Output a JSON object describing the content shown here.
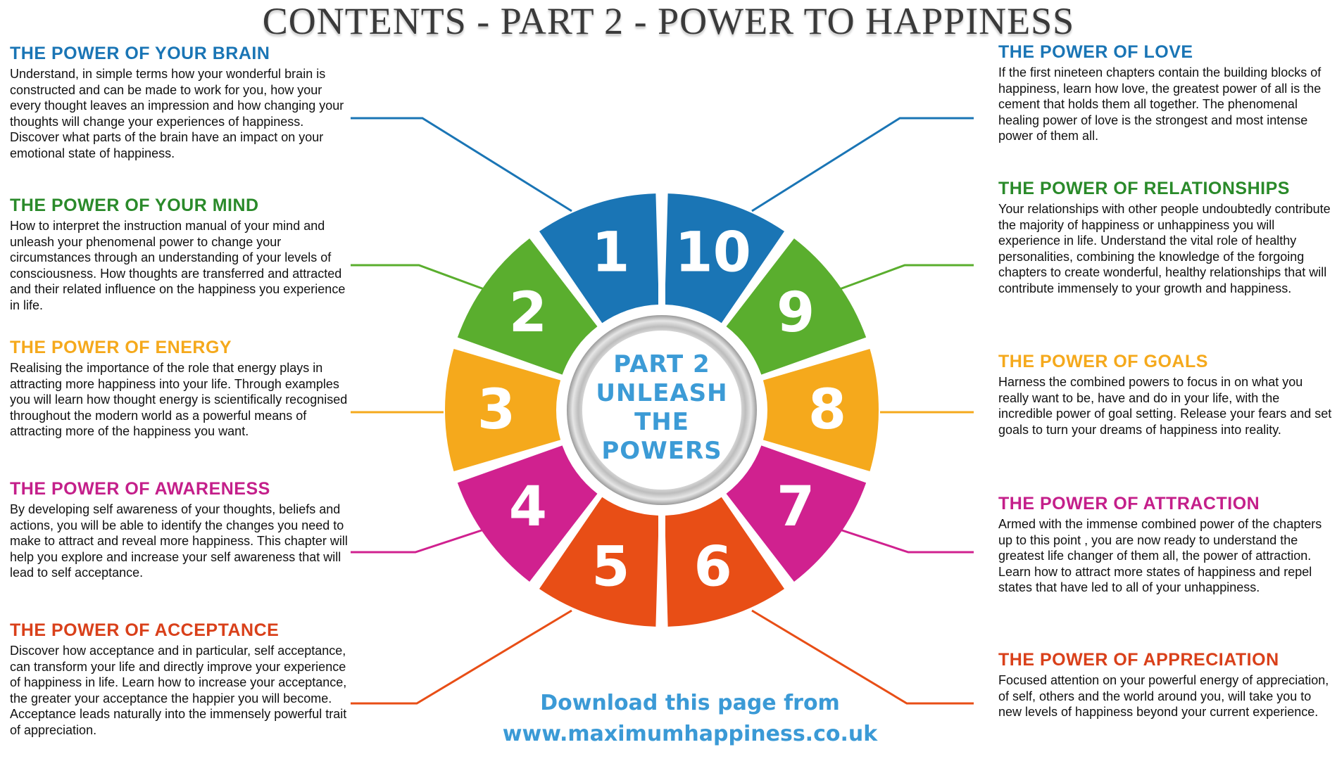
{
  "title": "CONTENTS - PART 2 - POWER TO HAPPINESS",
  "center": {
    "lines": [
      "PART 2",
      "UNLEASH",
      "THE",
      "POWERS"
    ]
  },
  "segment_numbers": [
    "1",
    "2",
    "3",
    "4",
    "5",
    "6",
    "7",
    "8",
    "9",
    "10"
  ],
  "left_sections": [
    {
      "heading": "THE POWER OF YOUR BRAIN",
      "color": "#1a75b5",
      "text": "Understand, in simple terms how your wonderful brain is constructed and can be made to work for you, how your every thought leaves an impression and how changing your thoughts will change your experiences of happiness. Discover what parts of the brain have an impact on your emotional state of happiness."
    },
    {
      "heading": "THE POWER OF YOUR MIND",
      "color": "#2a8a2a",
      "text": "How to interpret the instruction manual of your mind and unleash your phenomenal power to change your circumstances through an understanding of your levels of consciousness. How thoughts are transferred and attracted and their related influence on the happiness you experience in life."
    },
    {
      "heading": "THE POWER OF ENERGY",
      "color": "#f5a91c",
      "text": "Realising the importance of the role that energy plays in attracting more happiness into your life. Through examples you will learn how thought energy is scientifically recognised throughout the modern world as a powerful means of attracting more of the happiness you want."
    },
    {
      "heading": "THE POWER OF AWARENESS",
      "color": "#c41f8a",
      "text": "By developing self awareness of your thoughts, beliefs and actions, you will be able to identify the changes you need to make to attract and reveal more happiness. This chapter will help you explore and increase your self awareness that will lead to self acceptance."
    },
    {
      "heading": "THE POWER OF ACCEPTANCE",
      "color": "#d9401a",
      "text": "Discover how acceptance and in particular, self acceptance, can transform your life and directly improve your experience of happiness in life. Learn how to increase your acceptance, the greater your acceptance the happier you will become. Acceptance leads naturally into the immensely powerful trait of appreciation."
    }
  ],
  "right_sections": [
    {
      "heading": "THE POWER OF LOVE",
      "color": "#1a75b5",
      "text": "If the first nineteen chapters contain the building blocks of happiness, learn how love, the greatest power of all is the cement that holds them all together. The phenomenal healing power of love is the strongest and most intense power of them all."
    },
    {
      "heading": "THE POWER OF RELATIONSHIPS",
      "color": "#2a8a2a",
      "text": "Your relationships with other people undoubtedly contribute the majority of happiness or unhappiness you will experience in life. Understand the vital role of healthy personalities, combining the knowledge of the forgoing chapters to create wonderful, healthy relationships that will contribute immensely to your growth and happiness."
    },
    {
      "heading": "THE POWER OF GOALS",
      "color": "#f5a91c",
      "text": "Harness the combined powers to focus in on what you really want to be, have and do in your life, with the incredible power of goal setting.  Release your fears and set goals to turn your dreams of happiness into reality."
    },
    {
      "heading": "THE POWER OF ATTRACTION",
      "color": "#c41f8a",
      "text": "Armed with the immense combined power of the chapters up to this point , you are now ready to understand the greatest life changer of them all, the power of attraction.  Learn how to attract more states of happiness and repel  states that have led to all of your unhappiness."
    },
    {
      "heading": "THE POWER OF APPRECIATION",
      "color": "#d9401a",
      "text": "Focused attention on your powerful energy of appreciation, of self, others and the world around you, will take you to new levels of happiness beyond your current experience."
    }
  ],
  "download": {
    "line1": "Download this page from",
    "line2": "www.maximumhappiness.co.uk"
  },
  "colors": {
    "seg1": "#1a75b5",
    "seg2": "#5aae2e",
    "seg3": "#f5a91c",
    "seg4": "#d0218f",
    "seg5": "#e84e16",
    "seg6": "#e84e16",
    "seg7": "#d0218f",
    "seg8": "#f5a91c",
    "seg9": "#5aae2e",
    "seg10": "#1a75b5"
  }
}
